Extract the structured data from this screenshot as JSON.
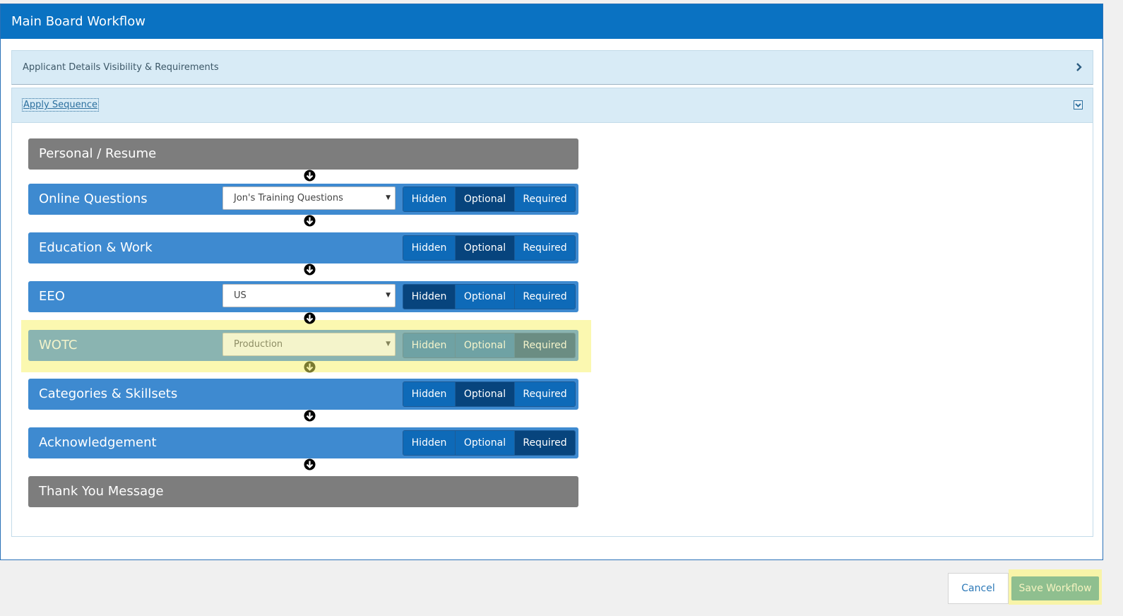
{
  "window": {
    "title": "Main Board Workflow"
  },
  "sections": {
    "applicant_details": "Applicant Details Visibility & Requirements",
    "apply_sequence": "Apply Sequence"
  },
  "steps": {
    "personal": {
      "label": "Personal / Resume"
    },
    "online_questions": {
      "label": "Online Questions",
      "select_value": "Jon's Training Questions",
      "active": "Optional"
    },
    "education": {
      "label": "Education & Work",
      "active": "Optional"
    },
    "eeo": {
      "label": "EEO",
      "select_value": "US",
      "active": "Hidden"
    },
    "wotc": {
      "label": "WOTC",
      "select_value": "Production",
      "active": "Required"
    },
    "categories": {
      "label": "Categories & Skillsets",
      "active": "Optional"
    },
    "acknowledgement": {
      "label": "Acknowledgement",
      "active": "Required"
    },
    "thank_you": {
      "label": "Thank You Message"
    }
  },
  "toggle_options": {
    "hidden": "Hidden",
    "optional": "Optional",
    "required": "Required"
  },
  "footer": {
    "cancel": "Cancel",
    "save": "Save Workflow"
  },
  "colors": {
    "titlebar": "#0a72c2",
    "step_blue": "#3e8ad0",
    "step_gray": "#7d7d7d",
    "toggle_active": "#07447d",
    "highlight": "#faf596"
  },
  "icons": {
    "collapse_chevron": "chevron-right-icon",
    "expand_checkbox": "checkbox-icon",
    "sequence_arrow": "arrow-down-circle-icon",
    "select_caret": "caret-down-icon"
  }
}
